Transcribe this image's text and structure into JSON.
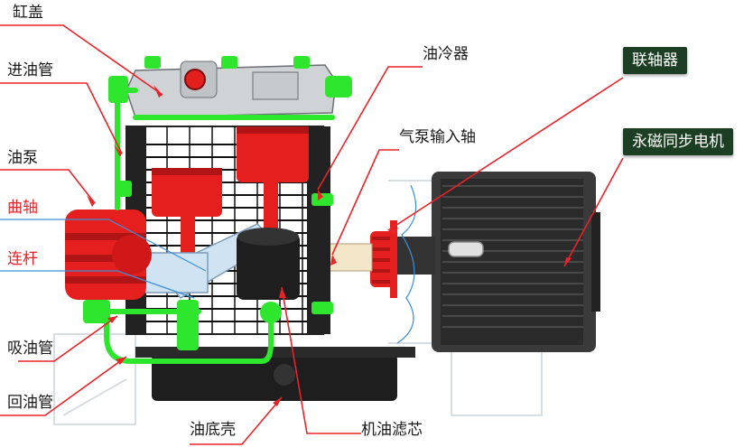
{
  "labels": {
    "cylinder_head": "缸盖",
    "oil_inlet_pipe": "进油管",
    "oil_pump": "油泵",
    "crankshaft": "曲轴",
    "connecting_rod": "连杆",
    "oil_suction_pipe": "吸油管",
    "oil_return_pipe": "回油管",
    "oil_pan": "油底壳",
    "oil_filter": "机油滤芯",
    "oil_cooler": "油冷器",
    "pump_input_shaft": "气泵输入轴",
    "coupling": "联轴器",
    "pm_sync_motor": "永磁同步电机"
  },
  "colors": {
    "leader_red": "#e8232a",
    "leader_blue": "#3c8fd6",
    "part_green": "#2ee62e",
    "part_red": "#e51e1e",
    "label_box": "#1c3f24"
  }
}
